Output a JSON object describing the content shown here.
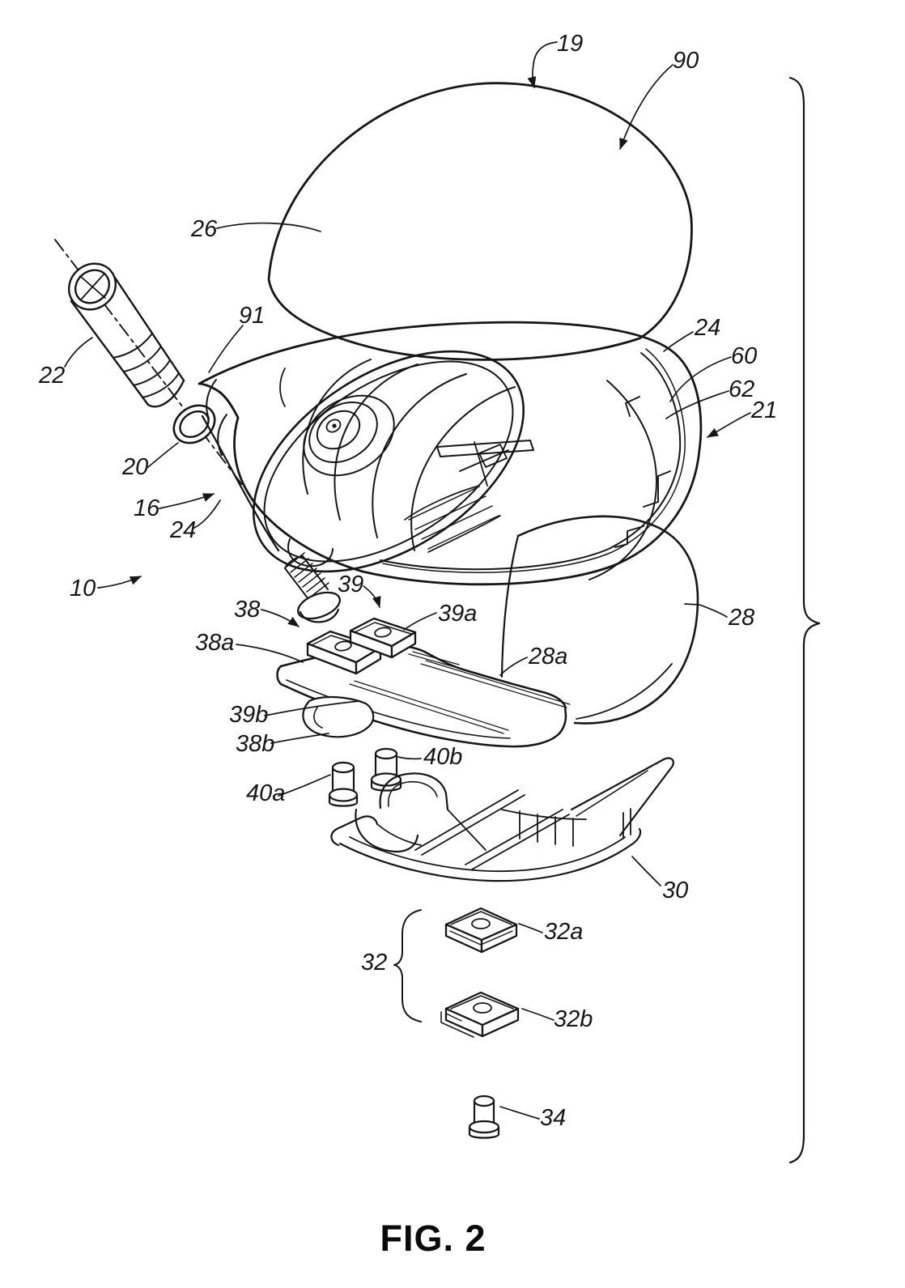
{
  "figure": {
    "caption": "FIG. 2"
  },
  "reference_labels": {
    "l10": "10",
    "l16": "16",
    "l19": "19",
    "l20": "20",
    "l21": "21",
    "l22": "22",
    "l24_hosel": "24",
    "l24_rim": "24",
    "l26": "26",
    "l28": "28",
    "l28a": "28a",
    "l30": "30",
    "l32": "32",
    "l32a": "32a",
    "l32b": "32b",
    "l34": "34",
    "l38": "38",
    "l38a": "38a",
    "l38b": "38b",
    "l39": "39",
    "l39a": "39a",
    "l39b": "39b",
    "l40a": "40a",
    "l40b": "40b",
    "l60": "60",
    "l62": "62",
    "l90": "90",
    "l91": "91"
  }
}
